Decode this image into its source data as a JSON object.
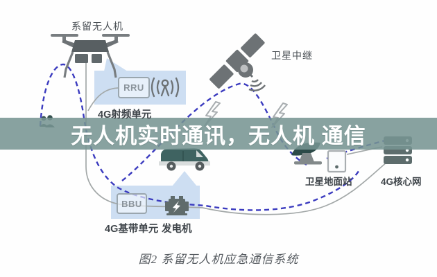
{
  "banner": {
    "text": "无人机实时通讯，无人机 通信",
    "bg_color": "#769492",
    "text_color": "#ffffff"
  },
  "caption": {
    "text": "图2  系留无人机应急通信系统"
  },
  "labels": {
    "drone": "系留无人机",
    "satellite_relay": "卫星中继",
    "rru_chip": "RRU",
    "rru_unit": "4G射频单元",
    "bbu_chip": "BBU",
    "bbu_unit": "4G基带单元",
    "generator": "发电机",
    "ground_station": "卫星地面站",
    "core_network": "4G核心网"
  },
  "icons": {
    "drone": "quadcopter-drone-icon",
    "satellite": "relay-satellite-icon",
    "antenna": "rf-antenna-icon",
    "lightning": "lightning-bolt-icon",
    "people": "users-icon",
    "van": "comm-van-icon",
    "generator": "power-generator-icon",
    "dish": "ground-station-dish-icon",
    "monitor": "terminal-monitor-icon",
    "servers": "core-network-server-icon"
  },
  "colors": {
    "icon_gray": "#6d7275",
    "callout_blue": "#cddef2",
    "link_dashed_blue": "#3b3bbf",
    "line_gray": "#a3a8a8",
    "dark_teal_silhouette": "#2c4a48"
  }
}
